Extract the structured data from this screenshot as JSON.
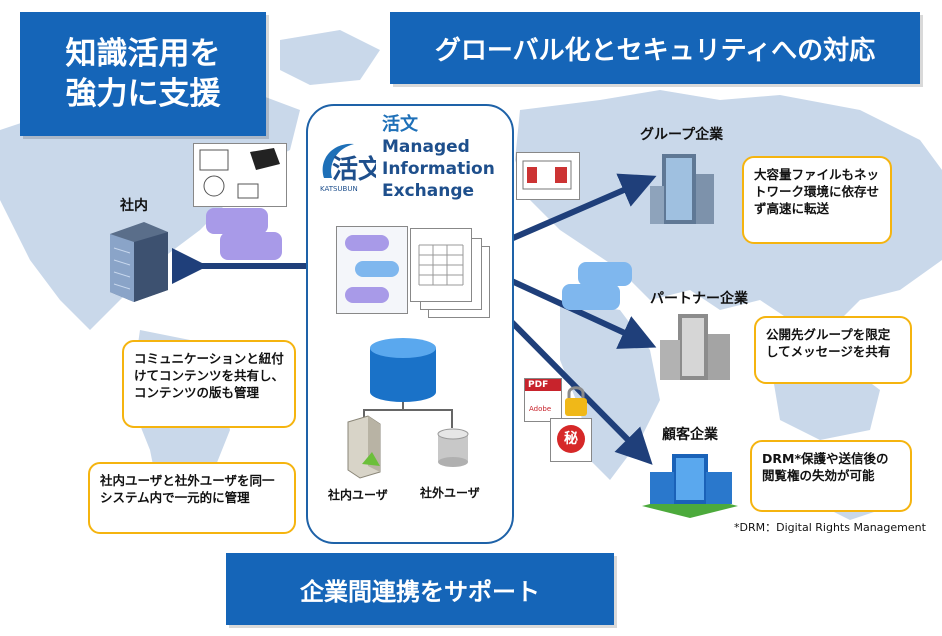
{
  "banners": {
    "knowledge": "知識活用を\n強力に支援",
    "global": "グローバル化とセキュリティへの対応",
    "collab": "企業間連携をサポート"
  },
  "logo": {
    "kanji": "活文",
    "line1": "Managed",
    "line2": "Information",
    "line3": "Exchange",
    "romaji": "KATSUBUN"
  },
  "nodes": {
    "internal": "社内",
    "group": "グループ企業",
    "partner": "パートナー企業",
    "customer": "顧客企業",
    "internal_user": "社内ユーザ",
    "external_user": "社外ユーザ"
  },
  "callouts": {
    "communication": "コミュニケーションと紐付けてコンテンツを共有し、コンテンツの版も管理",
    "unified": "社内ユーザと社外ユーザを同一システム内で一元的に管理",
    "large_file": "大容量ファイルもネットワーク環境に依存せず高速に転送",
    "group_limit": "公開先グループを限定してメッセージを共有",
    "drm": "DRM*保護や送信後の閲覧権の失効が可能"
  },
  "icons": {
    "pdf": "PDF",
    "adobe": "Adobe",
    "secret": "秘"
  },
  "footnote": "*DRM：Digital Rights Management",
  "colors": {
    "banner": "#1565b8",
    "arrow": "#1f3f7a",
    "callout_border": "#f5b40f",
    "map": "#c9d8ea",
    "bubble": "#a89ae8"
  }
}
